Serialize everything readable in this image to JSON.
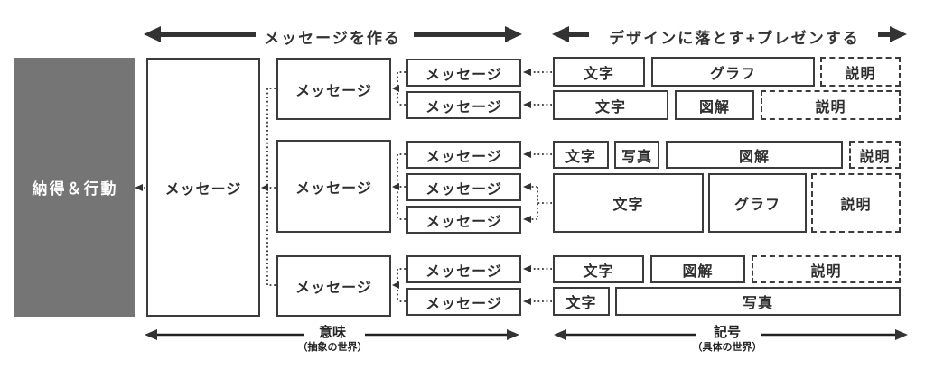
{
  "titles": {
    "make_message": "メッセージを作る",
    "design_present": "デザインに落とす+プレゼンする"
  },
  "labels": {
    "outcome": "納得＆行動",
    "message": "メッセージ"
  },
  "axes": {
    "meaning": {
      "label": "意味",
      "sub": "（抽象の世界）"
    },
    "symbol": {
      "label": "記号",
      "sub": "（具体の世界）"
    }
  },
  "design_rows": [
    {
      "cells": [
        {
          "label": "文字"
        },
        {
          "label": "グラフ"
        },
        {
          "label": "説明"
        }
      ]
    },
    {
      "cells": [
        {
          "label": "文字"
        },
        {
          "label": "図解"
        },
        {
          "label": "説明"
        }
      ]
    },
    {
      "cells": [
        {
          "label": "文字"
        },
        {
          "label": "写真"
        },
        {
          "label": "図解"
        },
        {
          "label": "説明"
        }
      ]
    },
    {
      "cells": [
        {
          "label": "文字"
        },
        {
          "label": "グラフ"
        },
        {
          "label": "説明"
        }
      ]
    },
    {
      "cells": [
        {
          "label": "文字"
        },
        {
          "label": "図解"
        },
        {
          "label": "説明"
        }
      ]
    },
    {
      "cells": [
        {
          "label": "文字"
        },
        {
          "label": "写真"
        }
      ]
    }
  ],
  "colors": {
    "outcome_bg": "#757575",
    "border": "#3c3c3c",
    "arrow": "#333333"
  }
}
